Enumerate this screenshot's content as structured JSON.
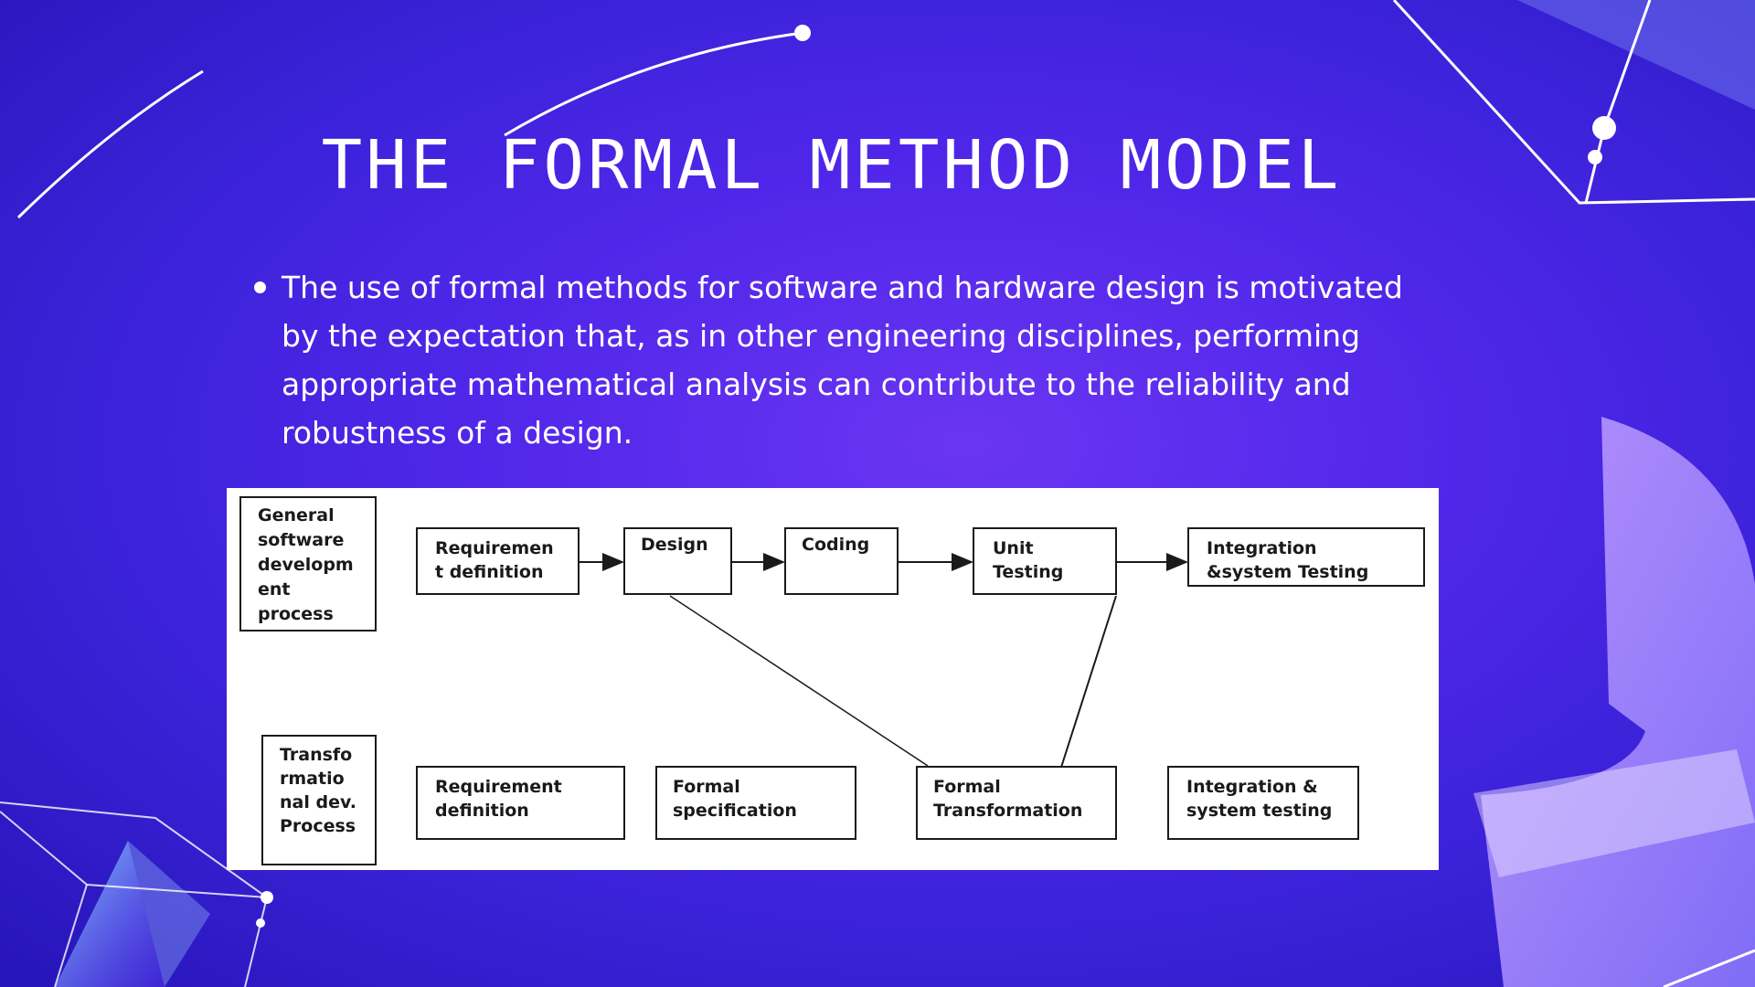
{
  "slide": {
    "title": "THE FORMAL METHOD MODEL",
    "bullet": " The use of formal methods for software and hardware design is motivated by the expectation that, as in other engineering disciplines, performing appropriate mathematical analysis can contribute to the reliability and robustness of a design."
  },
  "diagram": {
    "top_row_label": [
      "General",
      "software",
      "developm",
      "ent",
      "process"
    ],
    "bottom_row_label": [
      "Transfo",
      "rmatio",
      "nal dev.",
      "Process"
    ],
    "top_steps": [
      [
        "Requiremen",
        "t definition"
      ],
      [
        "Design"
      ],
      [
        "Coding"
      ],
      [
        "Unit",
        "Testing"
      ],
      [
        "Integration",
        "&system Testing"
      ]
    ],
    "bottom_steps": [
      [
        "Requirement",
        "definition"
      ],
      [
        "Formal",
        "specification"
      ],
      [
        "Formal",
        "Transformation"
      ],
      [
        "Integration &",
        "system  testing"
      ]
    ]
  },
  "colors": {
    "background": "#4f27e8",
    "text": "#ffffff",
    "diagram_background": "#ffffff",
    "diagram_stroke": "#1a1a1a"
  }
}
